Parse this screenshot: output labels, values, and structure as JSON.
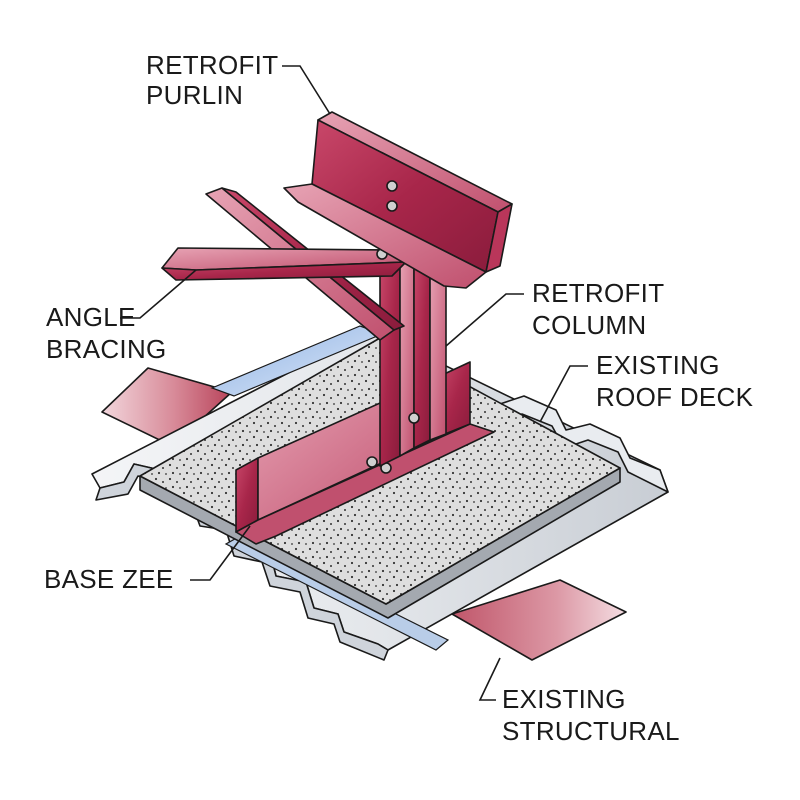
{
  "labels": {
    "retrofit_purlin": [
      "RETROFIT",
      "PURLIN"
    ],
    "angle_bracing": [
      "ANGLE",
      "BRACING"
    ],
    "retrofit_column": [
      "RETROFIT",
      "COLUMN"
    ],
    "existing_roof_deck": [
      "EXISTING",
      "ROOF DECK"
    ],
    "base_zee": [
      "BASE ZEE"
    ],
    "existing_structural": [
      "EXISTING",
      "STRUCTURAL"
    ]
  },
  "colors": {
    "steel_member": "#a8264a",
    "steel_highlight": "#d98aa0",
    "deck_metal": "#e6e8ec",
    "deck_shadow": "#9aa3b0",
    "insulation_board": "#dedede",
    "existing_beam": "#c05a6a",
    "outline": "#1a1a1a"
  }
}
